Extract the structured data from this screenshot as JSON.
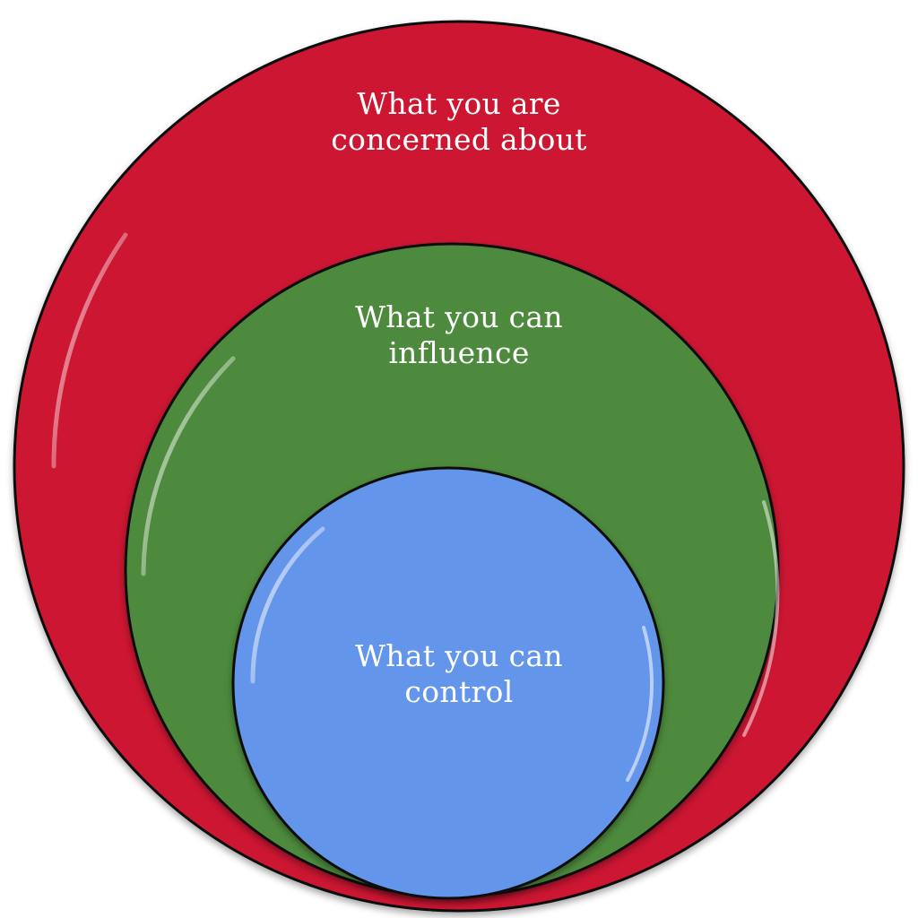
{
  "diagram": {
    "outer": {
      "line1": "What you are",
      "line2": "concerned about",
      "color": "#cc1533"
    },
    "middle": {
      "line1": "What you can",
      "line2": "influence",
      "color": "#4e8a3e"
    },
    "inner": {
      "line1": "What you can",
      "line2": "control",
      "color": "#6495ea"
    },
    "outline_color": "#111111"
  }
}
